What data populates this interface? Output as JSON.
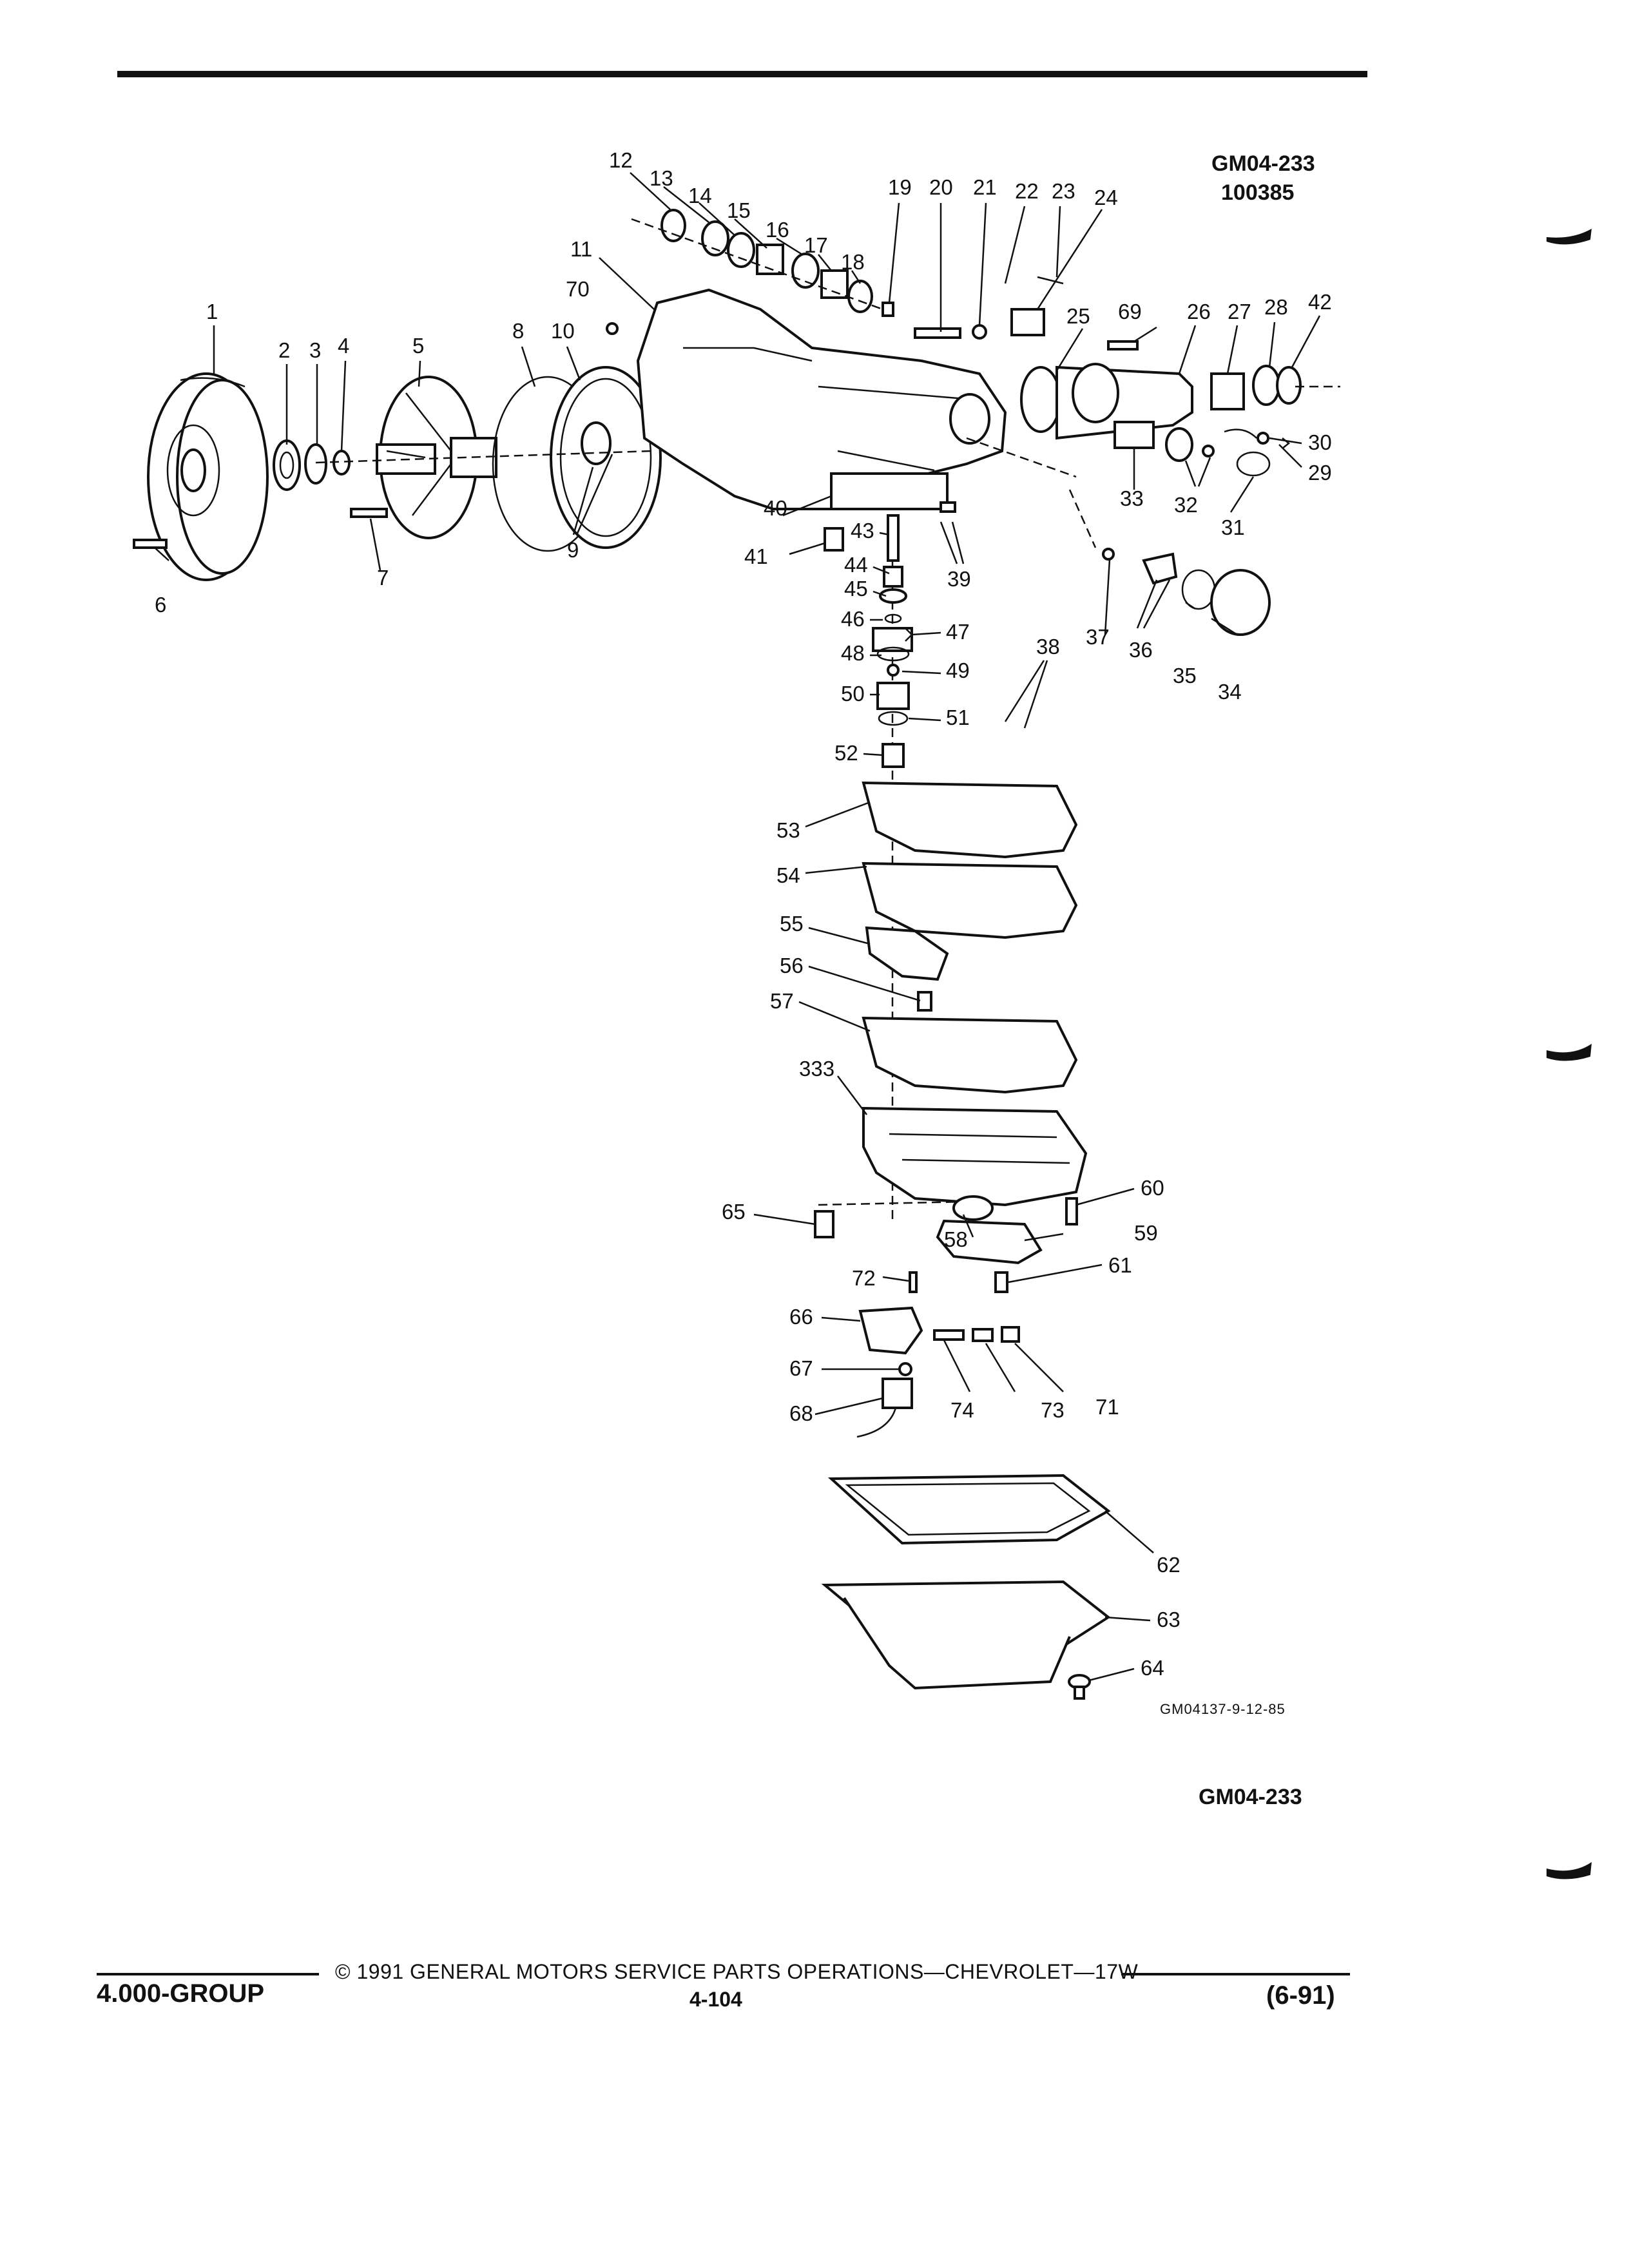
{
  "header": {
    "code": "GM04-233",
    "number": "100385"
  },
  "callouts": [
    {
      "id": "1",
      "label": "1"
    },
    {
      "id": "2",
      "label": "2"
    },
    {
      "id": "3",
      "label": "3"
    },
    {
      "id": "4",
      "label": "4"
    },
    {
      "id": "5",
      "label": "5"
    },
    {
      "id": "6",
      "label": "6"
    },
    {
      "id": "7",
      "label": "7"
    },
    {
      "id": "8",
      "label": "8"
    },
    {
      "id": "9",
      "label": "9"
    },
    {
      "id": "10",
      "label": "10"
    },
    {
      "id": "11",
      "label": "11"
    },
    {
      "id": "12",
      "label": "12"
    },
    {
      "id": "13",
      "label": "13"
    },
    {
      "id": "14",
      "label": "14"
    },
    {
      "id": "15",
      "label": "15"
    },
    {
      "id": "16",
      "label": "16"
    },
    {
      "id": "17",
      "label": "17"
    },
    {
      "id": "18",
      "label": "18"
    },
    {
      "id": "19",
      "label": "19"
    },
    {
      "id": "20",
      "label": "20"
    },
    {
      "id": "21",
      "label": "21"
    },
    {
      "id": "22",
      "label": "22"
    },
    {
      "id": "23",
      "label": "23"
    },
    {
      "id": "24",
      "label": "24"
    },
    {
      "id": "25",
      "label": "25"
    },
    {
      "id": "26",
      "label": "26"
    },
    {
      "id": "27",
      "label": "27"
    },
    {
      "id": "28",
      "label": "28"
    },
    {
      "id": "29",
      "label": "29"
    },
    {
      "id": "30",
      "label": "30"
    },
    {
      "id": "31",
      "label": "31"
    },
    {
      "id": "32",
      "label": "32"
    },
    {
      "id": "33",
      "label": "33"
    },
    {
      "id": "34",
      "label": "34"
    },
    {
      "id": "35",
      "label": "35"
    },
    {
      "id": "36",
      "label": "36"
    },
    {
      "id": "37",
      "label": "37"
    },
    {
      "id": "38",
      "label": "38"
    },
    {
      "id": "39",
      "label": "39"
    },
    {
      "id": "40",
      "label": "40"
    },
    {
      "id": "41",
      "label": "41"
    },
    {
      "id": "42",
      "label": "42"
    },
    {
      "id": "43",
      "label": "43"
    },
    {
      "id": "44",
      "label": "44"
    },
    {
      "id": "45",
      "label": "45"
    },
    {
      "id": "46",
      "label": "46"
    },
    {
      "id": "47",
      "label": "47"
    },
    {
      "id": "48",
      "label": "48"
    },
    {
      "id": "49",
      "label": "49"
    },
    {
      "id": "50",
      "label": "50"
    },
    {
      "id": "51",
      "label": "51"
    },
    {
      "id": "52",
      "label": "52"
    },
    {
      "id": "53",
      "label": "53"
    },
    {
      "id": "54",
      "label": "54"
    },
    {
      "id": "55",
      "label": "55"
    },
    {
      "id": "56",
      "label": "56"
    },
    {
      "id": "57",
      "label": "57"
    },
    {
      "id": "333",
      "label": "333"
    },
    {
      "id": "58",
      "label": "58"
    },
    {
      "id": "59",
      "label": "59"
    },
    {
      "id": "60",
      "label": "60"
    },
    {
      "id": "61",
      "label": "61"
    },
    {
      "id": "62",
      "label": "62"
    },
    {
      "id": "63",
      "label": "63"
    },
    {
      "id": "64",
      "label": "64"
    },
    {
      "id": "65",
      "label": "65"
    },
    {
      "id": "66",
      "label": "66"
    },
    {
      "id": "67",
      "label": "67"
    },
    {
      "id": "68",
      "label": "68"
    },
    {
      "id": "69",
      "label": "69"
    },
    {
      "id": "70",
      "label": "70"
    },
    {
      "id": "71",
      "label": "71"
    },
    {
      "id": "72",
      "label": "72"
    },
    {
      "id": "73",
      "label": "73"
    },
    {
      "id": "74",
      "label": "74"
    }
  ],
  "figure_id": "GM04137-9-12-85",
  "figure_code": "GM04-233",
  "footer": {
    "group": "4.000-GROUP",
    "copyright": "© 1991 GENERAL MOTORS SERVICE PARTS OPERATIONS—CHEVROLET—17W",
    "page": "4-104",
    "date": "(6-91)"
  }
}
